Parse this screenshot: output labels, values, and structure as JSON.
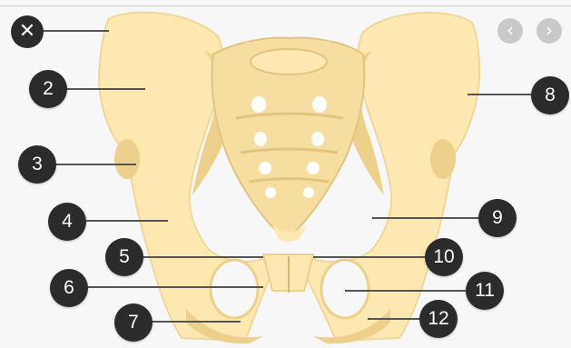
{
  "toolbar": {
    "close_icon": "✕",
    "prev_icon": "‹",
    "next_icon": "›"
  },
  "labels": [
    "2",
    "3",
    "4",
    "5",
    "6",
    "7",
    "8",
    "9",
    "10",
    "11",
    "12"
  ],
  "colors": {
    "bone": "#fce8b0",
    "bone_shade": "#ecd08b",
    "bone_dark": "#d9b56e",
    "badge": "#2b2b2b",
    "nav": "#c9c9c9"
  }
}
